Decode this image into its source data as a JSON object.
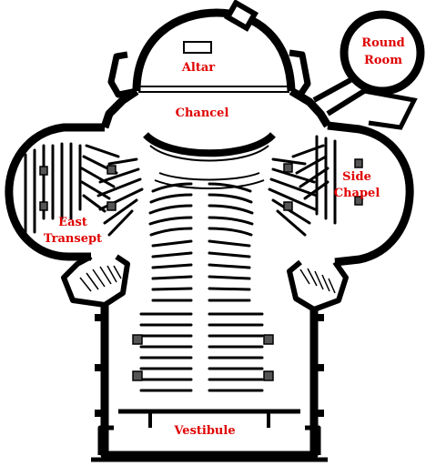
{
  "colors": {
    "wall": "#000000",
    "label": "#e00000",
    "background": "#ffffff",
    "pillar": "#555555"
  },
  "labels": {
    "altar": "Altar",
    "chancel": "Chancel",
    "round_room_line1": "Round",
    "round_room_line2": "Room",
    "side_chapel_line1": "Side",
    "side_chapel_line2": "Chapel",
    "east_transept_line1": "East",
    "east_transept_line2": "Transept",
    "vestibule": "Vestibule"
  }
}
